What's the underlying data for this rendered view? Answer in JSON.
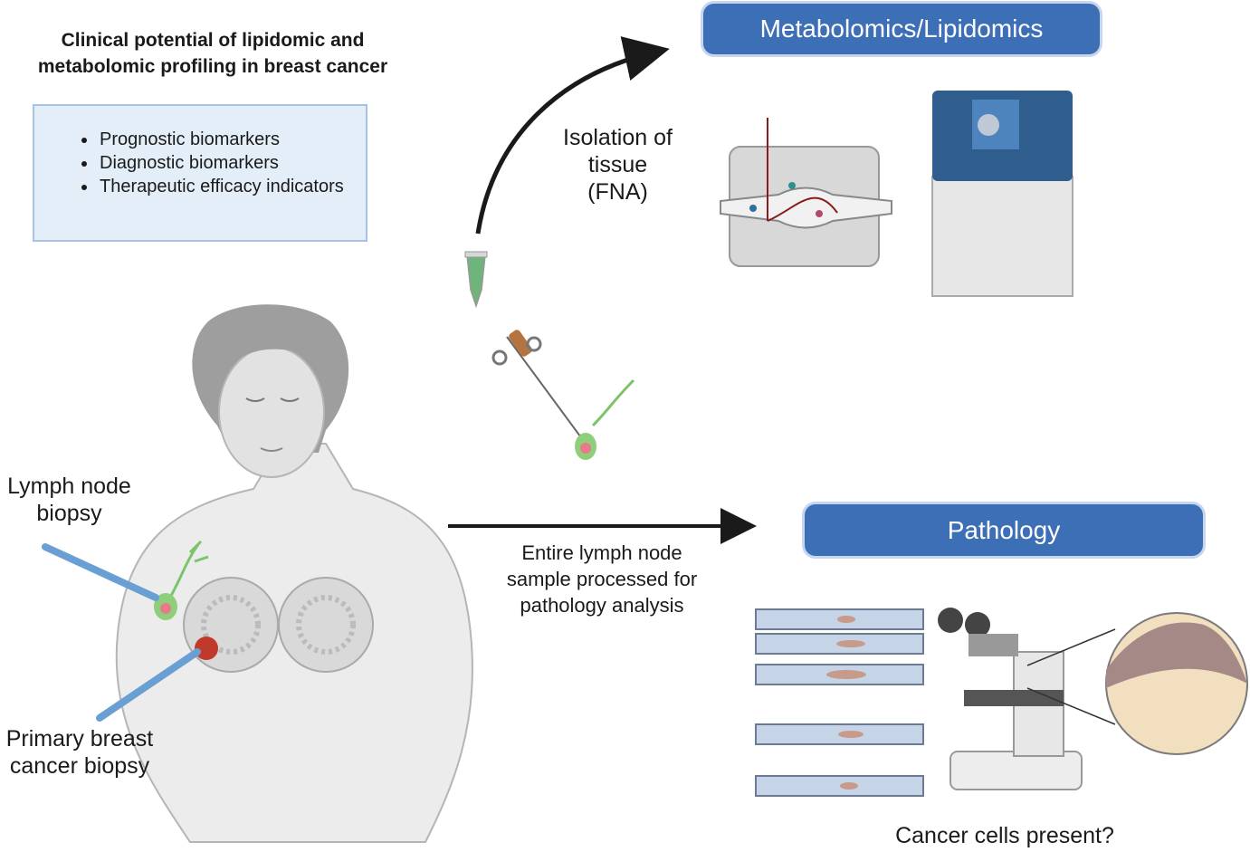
{
  "title": {
    "line1": "Clinical potential of lipidomic and",
    "line2": "metabolomic profiling in breast cancer"
  },
  "potential_list": [
    "Prognostic biomarkers",
    "Diagnostic biomarkers",
    "Therapeutic efficacy indicators"
  ],
  "metabolomics_label": "Metabolomics/Lipidomics",
  "pathology_label": "Pathology",
  "fna_label": {
    "line1": "Isolation of",
    "line2": "tissue",
    "line3": "(FNA)"
  },
  "lymph_label": {
    "line1": "Lymph node",
    "line2": "biopsy"
  },
  "primary_label": {
    "line1": "Primary breast",
    "line2": "cancer biopsy"
  },
  "entire_label": {
    "line1": "Entire lymph node",
    "line2": "sample processed for",
    "line3": "pathology analysis"
  },
  "cancer_question": "Cancer cells present?",
  "colors": {
    "pill": "#3d6fb6",
    "box_fill": "#e3eef9",
    "box_border": "#a6c3e4",
    "arrow": "#1a1a1a",
    "skin": "#e6e6e6",
    "lymph": "#8fcf7b",
    "tumor": "#c0392b"
  }
}
